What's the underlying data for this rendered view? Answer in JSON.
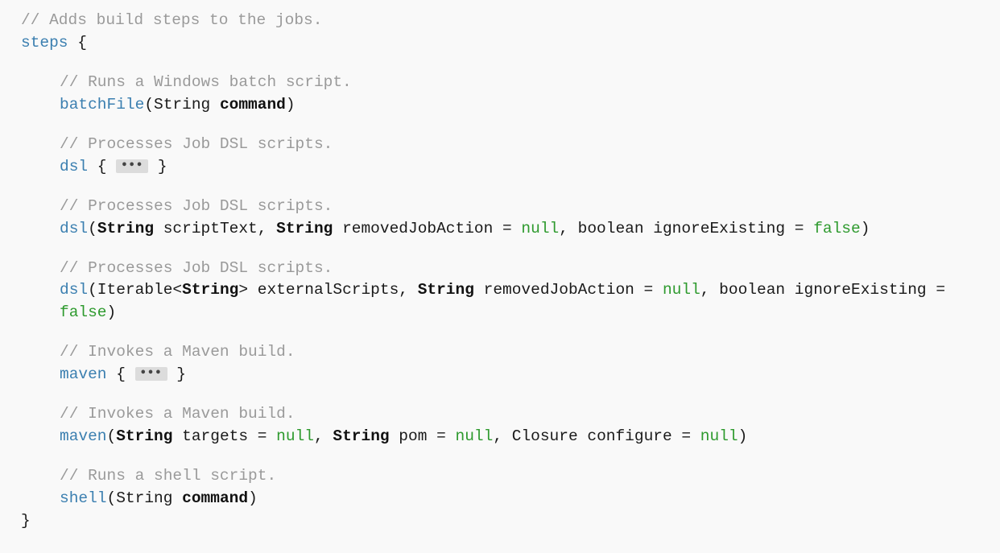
{
  "steps": {
    "comment": "// Adds build steps to the jobs.",
    "keyword": "steps",
    "open": " {",
    "close": "}",
    "ellipsis": "•••",
    "entries": [
      {
        "comment": "// Runs a Windows batch script.",
        "method": "batchFile",
        "p1": "(String ",
        "p2": "command",
        "p3": ")"
      },
      {
        "comment": "// Processes Job DSL scripts.",
        "method": "dsl",
        "open": " { ",
        "close": " }"
      },
      {
        "comment": "// Processes Job DSL scripts.",
        "method": "dsl",
        "p1": "(",
        "p2": "String",
        "p3": " scriptText, ",
        "p4": "String",
        "p5": " removedJobAction = ",
        "p6": "null",
        "p7": ", boolean ignoreExisting = ",
        "p8": "false",
        "p9": ")"
      },
      {
        "comment": "// Processes Job DSL scripts.",
        "method": "dsl",
        "p1": "(Iterable<",
        "p2": "String",
        "p3": "> externalScripts, ",
        "p4": "String",
        "p5": " removedJobAction = ",
        "p6": "null",
        "p7": ", boolean ignoreExisting =",
        "p8": "false",
        "p9": ")"
      },
      {
        "comment": "// Invokes a Maven build.",
        "method": "maven",
        "open": " { ",
        "close": " }"
      },
      {
        "comment": "// Invokes a Maven build.",
        "method": "maven",
        "p1": "(",
        "p2": "String",
        "p3": " targets = ",
        "p4": "null",
        "p5": ", ",
        "p6": "String",
        "p7": " pom = ",
        "p8": "null",
        "p9": ", Closure configure = ",
        "p10": "null",
        "p11": ")"
      },
      {
        "comment": "// Runs a shell script.",
        "method": "shell",
        "p1": "(String ",
        "p2": "command",
        "p3": ")"
      }
    ]
  }
}
